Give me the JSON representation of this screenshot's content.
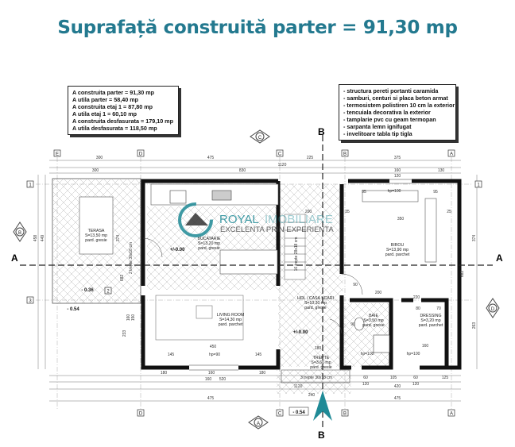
{
  "title": "Suprafață construită parter = 91,30 mp",
  "areas_box": [
    "A construita parter = 91,30 mp",
    "A utila parter   = 58,40 mp",
    "A construita etaj 1 = 87,80 mp",
    "A utila etaj 1   = 60,10 mp",
    "A construita desfasurata = 179,10 mp",
    "A utila desfasurata = 118,50 mp"
  ],
  "specs_box": [
    "- structura pereti portanti caramida",
    "- samburi, centuri si placa beton armat",
    "- termosistem polistiren 10 cm la exterior",
    "- tencuiala decorativa la exterior",
    "- tamplarie pvc cu geam termopan",
    "- sarpanta lemn ignifugat",
    "- invelitoare tabla tip tigla"
  ],
  "watermark": {
    "brand": "ROYAL IMOBILIARE",
    "brand_a": "ROYAL",
    "brand_b": "IMOBILIARE",
    "slogan": "EXCELENTA PRIN EXPERIENTA",
    "color": "#1f8a96"
  },
  "grid_axes": {
    "columns": [
      "E",
      "D",
      "C",
      "B",
      "A"
    ],
    "rows": [
      "1",
      "2",
      "3"
    ]
  },
  "section_marks": {
    "A": "A",
    "B": "B",
    "C": "C",
    "D": "D"
  },
  "rooms": [
    {
      "name": "TERASA",
      "area": "S=13,50 mp",
      "floor": "pard. gresie"
    },
    {
      "name": "BUCATARIE",
      "area": "S=13,20 mp",
      "floor": "pard. gresie"
    },
    {
      "name": "LIVING ROOM",
      "area": "S=14,30 mp",
      "floor": "pard. parchet"
    },
    {
      "name": "HOL / CASA SCARI",
      "area": "S=10,30 mp",
      "floor": "pard. gresie"
    },
    {
      "name": "BIROU",
      "area": "S=13,90 mp",
      "floor": "pard. parchet"
    },
    {
      "name": "BAIE",
      "area": "S=3,50 mp",
      "floor": "pard. gresie"
    },
    {
      "name": "DRESSING",
      "area": "S=3,20 mp",
      "floor": "pard. parchet"
    },
    {
      "name": "TREPTE",
      "area": "S=3,60 mp",
      "floor": "pard. gresie"
    }
  ],
  "levels": {
    "main": "+/-0.00",
    "hall": "+/-0.00",
    "terrace": "- 0.36",
    "ext_left": "- 0.54",
    "ext_bottom": "- 0.54"
  },
  "stairs": {
    "inner": "16 trepte 28x18 cm",
    "outer": "3 trepte 30x18 cm",
    "side": "2 trepte 30x18 cm"
  },
  "dimensions": {
    "top_row1": [
      "300",
      "475",
      "225",
      "375"
    ],
    "top_total": "1120",
    "top_row2": [
      "300",
      "830",
      "160",
      "130"
    ],
    "top_row3": [
      "300",
      "120"
    ],
    "bottom_row1": [
      "180",
      "160",
      "180",
      "60",
      "105",
      "60",
      "125"
    ],
    "bottom_row2": [
      "160",
      "520",
      "120",
      "420",
      "120"
    ],
    "bottom_row3": [
      "1120",
      "240"
    ],
    "bottom_row4": [
      "475",
      "475"
    ],
    "left": [
      "458",
      "449",
      "374",
      "682",
      "160",
      "150",
      "233"
    ],
    "right": [
      "374",
      "263",
      "682"
    ],
    "interior": [
      "450",
      "145",
      "145",
      "hp=90",
      "hp=100",
      "200",
      "350",
      "95",
      "95",
      "200",
      "220",
      "80",
      "70",
      "160",
      "hp=100",
      "hp=100",
      "180",
      "90",
      "90",
      "35",
      "25"
    ]
  }
}
